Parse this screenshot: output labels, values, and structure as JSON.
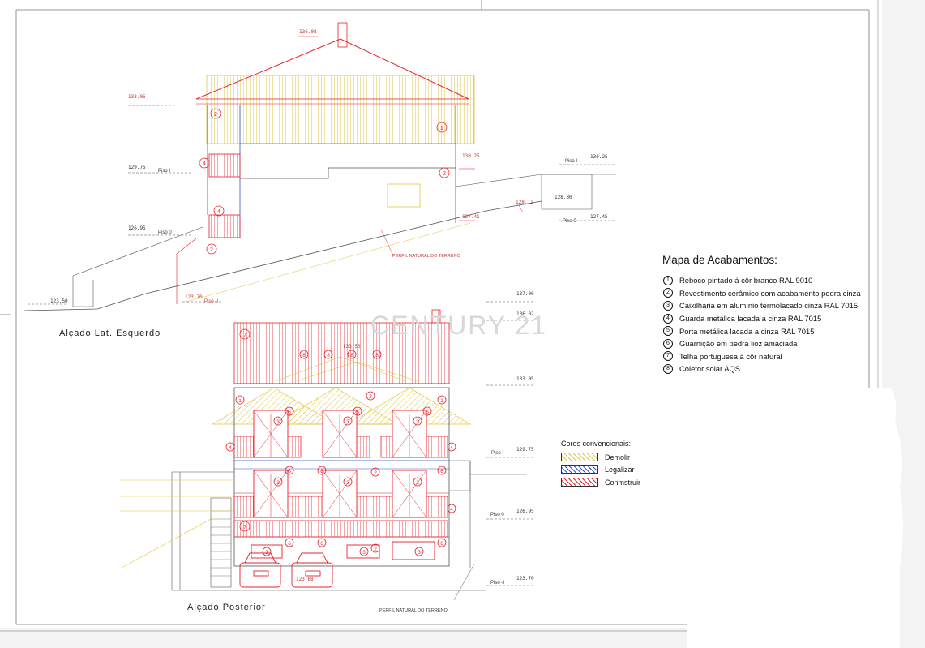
{
  "drawing": {
    "captions": {
      "left_elevation": "Alçado Lat. Esquerdo",
      "rear_elevation": "Alçado Posterior"
    },
    "terrain_labels": [
      "Perfil natural do terreno",
      "Perfil natural do terreno"
    ],
    "left_elevation_levels": [
      "136.08",
      "133.05",
      "129.75",
      "126.95",
      "123.50",
      "123.70",
      "130.25",
      "128.11",
      "128.30",
      "127.41",
      "130.25",
      "127.45"
    ],
    "left_elevation_floors": [
      "Piso I",
      "Piso 0",
      "Piso -I",
      "Piso I",
      "Piso 0"
    ],
    "rear_elevation_levels": [
      "137.00",
      "136.02",
      "133.05",
      "129.75",
      "126.95",
      "123.70",
      "123.68",
      "133.50"
    ],
    "rear_elevation_floors": [
      "Piso I",
      "Piso 0",
      "Piso -I"
    ],
    "watermark": "CENTURY 21",
    "colors": {
      "construct": "#e8212a",
      "demolish": "#e0c640",
      "legalize": "#3050c8",
      "line": "#555555"
    }
  },
  "finishes_map": {
    "title": "Mapa de Acabamentos:",
    "items": [
      {
        "num": "1",
        "label": "Reboco pintado á côr branco RAL 9010"
      },
      {
        "num": "2",
        "label": "Revestimento cerâmico com acabamento pedra cinza"
      },
      {
        "num": "3",
        "label": "Caixilharia em alumínio termolacado cinza RAL 7015"
      },
      {
        "num": "4",
        "label": "Guarda metálica lacada a cinza RAL 7015"
      },
      {
        "num": "5",
        "label": "Porta metálica lacada a cinza RAL 7015"
      },
      {
        "num": "6",
        "label": "Guarnição em pedra lioz amaciada"
      },
      {
        "num": "7",
        "label": "Telha portuguesa á côr natural"
      },
      {
        "num": "8",
        "label": "Coletor solar AQS"
      }
    ]
  },
  "conventional_colors": {
    "title": "Cores convencionais:",
    "items": [
      {
        "label": "Demolir",
        "color": "#e0c640"
      },
      {
        "label": "Legalizar",
        "color": "#3050c8"
      },
      {
        "label": "Conmstruir",
        "color": "#e8212a"
      }
    ]
  }
}
